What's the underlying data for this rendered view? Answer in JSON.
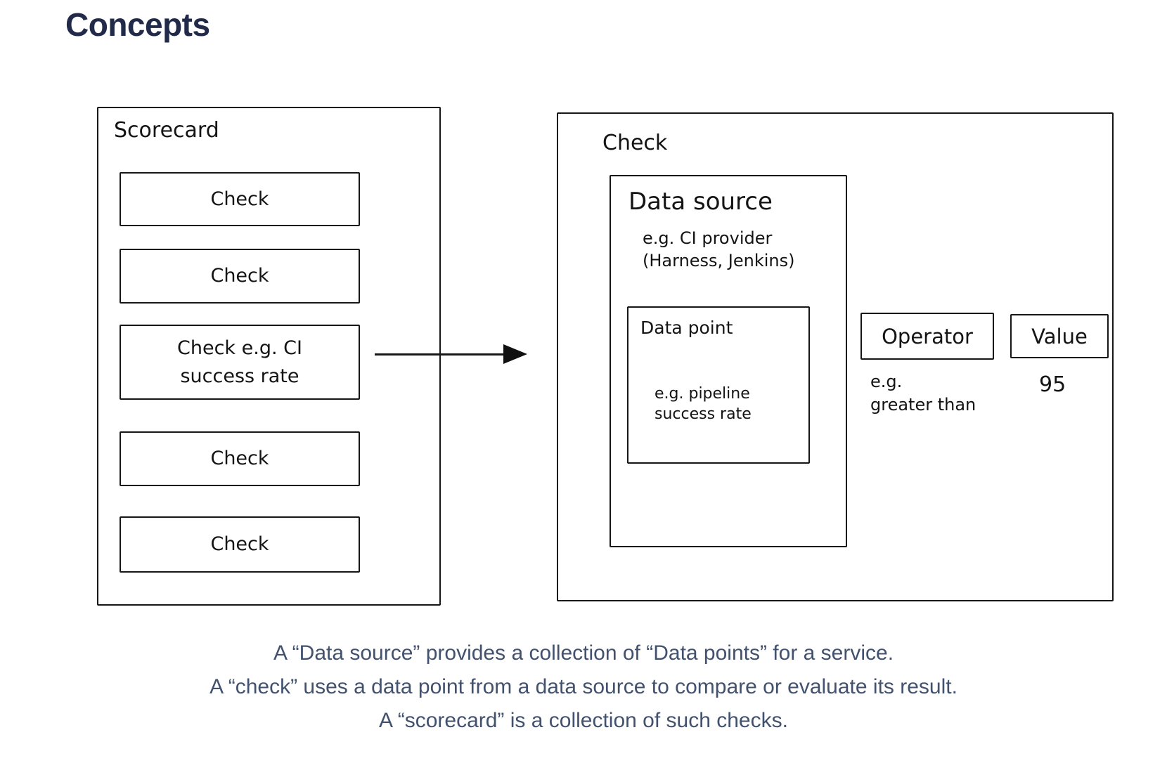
{
  "title": "Concepts",
  "colors": {
    "title_text": "#212b49",
    "caption_text": "#42526e",
    "diagram_stroke": "#161616",
    "background": "#ffffff"
  },
  "scorecard": {
    "label": "Scorecard",
    "checks": [
      "Check",
      "Check",
      "Check e.g. CI success rate",
      "Check",
      "Check"
    ]
  },
  "check_detail": {
    "label": "Check",
    "data_source": {
      "title": "Data source",
      "example": "e.g. CI provider\n(Harness, Jenkins)",
      "data_point": {
        "title": "Data point",
        "example": "e.g. pipeline\nsuccess rate"
      }
    },
    "operator": {
      "label": "Operator",
      "example": "e.g.\ngreater than"
    },
    "value": {
      "label": "Value",
      "example": "95"
    }
  },
  "caption": {
    "line1": "A “Data source” provides a collection of “Data points” for a service.",
    "line2": "A “check” uses a data point from a data source to compare or evaluate its result.",
    "line3": "A “scorecard” is a collection of such checks."
  }
}
